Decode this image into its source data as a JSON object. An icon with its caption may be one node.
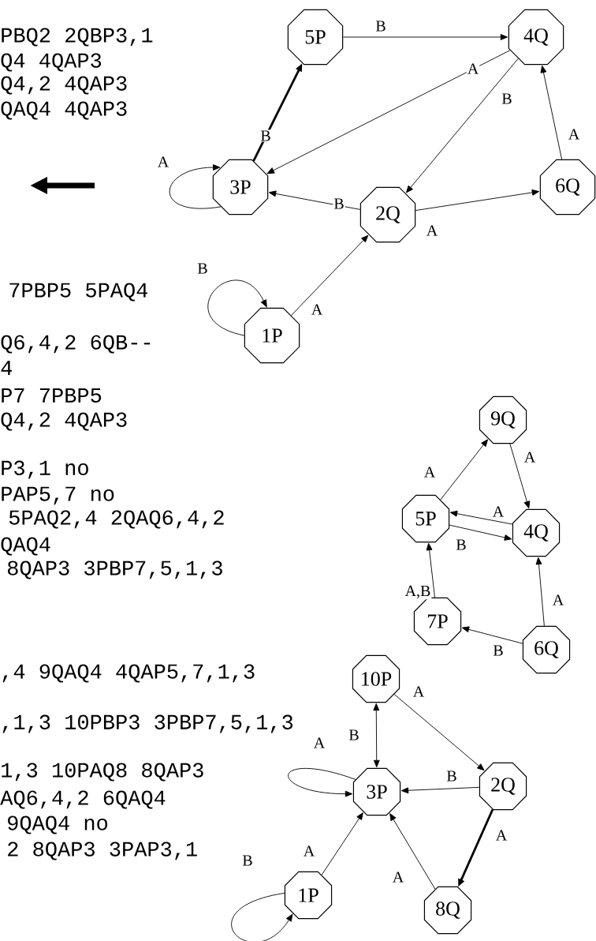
{
  "diagram": {
    "nodes": [
      {
        "text": [
          "5P"
        ]
      },
      {
        "text": [
          "4Q"
        ]
      },
      {
        "text": [
          "3P"
        ]
      },
      {
        "text": [
          "2Q"
        ]
      },
      {
        "text": [
          "6Q"
        ]
      },
      {
        "text": [
          "1P"
        ]
      },
      {
        "text": [
          "9Q"
        ]
      },
      {
        "text": [
          "5P"
        ]
      },
      {
        "text": [
          "4Q"
        ]
      },
      {
        "text": [
          "7P"
        ]
      },
      {
        "text": [
          "6Q"
        ]
      },
      {
        "text": [
          "10P"
        ]
      },
      {
        "text": [
          "3P"
        ]
      },
      {
        "text": [
          "2Q"
        ]
      },
      {
        "text": [
          "1P"
        ]
      },
      {
        "text": [
          "8Q"
        ]
      }
    ],
    "edges": [
      {
        "from": 0,
        "to": 1,
        "arrow": "to",
        "label": "B"
      },
      {
        "from": 1,
        "to": 2,
        "arrow": "to",
        "label": "A"
      },
      {
        "from": 1,
        "to": 3,
        "arrow": "to",
        "label": "B"
      },
      {
        "from": 4,
        "to": 1,
        "arrow": "to",
        "label": "A"
      },
      {
        "from": 2,
        "to": 0,
        "arrow": "to",
        "label": "B",
        "style": "thick"
      },
      {
        "from": 2,
        "to": 2,
        "arrow": "to",
        "label": "A"
      },
      {
        "from": 3,
        "to": 2,
        "arrow": "to",
        "label": "B"
      },
      {
        "from": 3,
        "to": 4,
        "arrow": "to",
        "label": "A"
      },
      {
        "from": 5,
        "to": 3,
        "arrow": "to",
        "label": "A"
      },
      {
        "from": 5,
        "to": 5,
        "arrow": "to",
        "label": "B"
      },
      {
        "from": 7,
        "to": 6,
        "arrow": "to",
        "label": "A"
      },
      {
        "from": 6,
        "to": 8,
        "arrow": "to",
        "label": "A"
      },
      {
        "from": 8,
        "to": 7,
        "arrow": "to",
        "label": "A"
      },
      {
        "from": 7,
        "to": 8,
        "arrow": "to",
        "label": "B"
      },
      {
        "from": 9,
        "to": 7,
        "arrow": "to",
        "label": "A,B"
      },
      {
        "from": 10,
        "to": 8,
        "arrow": "to",
        "label": "A"
      },
      {
        "from": 10,
        "to": 9,
        "arrow": "to",
        "label": "B"
      },
      {
        "from": 11,
        "to": 12,
        "arrow": "both",
        "label": "B"
      },
      {
        "from": 11,
        "to": 13,
        "arrow": "to",
        "label": "A"
      },
      {
        "from": 12,
        "to": 12,
        "arrow": "to",
        "label": "A"
      },
      {
        "from": 13,
        "to": 12,
        "arrow": "to",
        "label": "B"
      },
      {
        "from": 13,
        "to": 15,
        "arrow": "to",
        "label": "A",
        "style": "thick"
      },
      {
        "from": 14,
        "to": 12,
        "arrow": "to",
        "label": "A"
      },
      {
        "from": 15,
        "to": 12,
        "arrow": "to",
        "label": "A"
      },
      {
        "from": 14,
        "to": 14,
        "arrow": "to",
        "label": "B"
      }
    ],
    "labels": [
      "PBQ2 2QBP3,1",
      "Q4 4QAP3",
      "Q4,2 4QAP3",
      "QAQ4 4QAP3",
      "7PBP5 5PAQ4",
      "Q6,4,2 6QB--",
      "4",
      "P7 7PBP5",
      "Q4,2 4QAP3",
      "P3,1 no",
      "PAP5,7 no",
      "5PAQ2,4 2QAQ6,4,2",
      "QAQ4",
      "8QAP3 3PBP7,5,1,3",
      ",4 9QAQ4 4QAP5,7,1,3",
      ",1,3 10PBP3 3PBP7,5,1,3",
      "1,3 10PAQ8 8QAP3",
      "AQ6,4,2 6QAQ4",
      "9QAQ4 no",
      "2 8QAP3 3PAP3,1"
    ]
  }
}
